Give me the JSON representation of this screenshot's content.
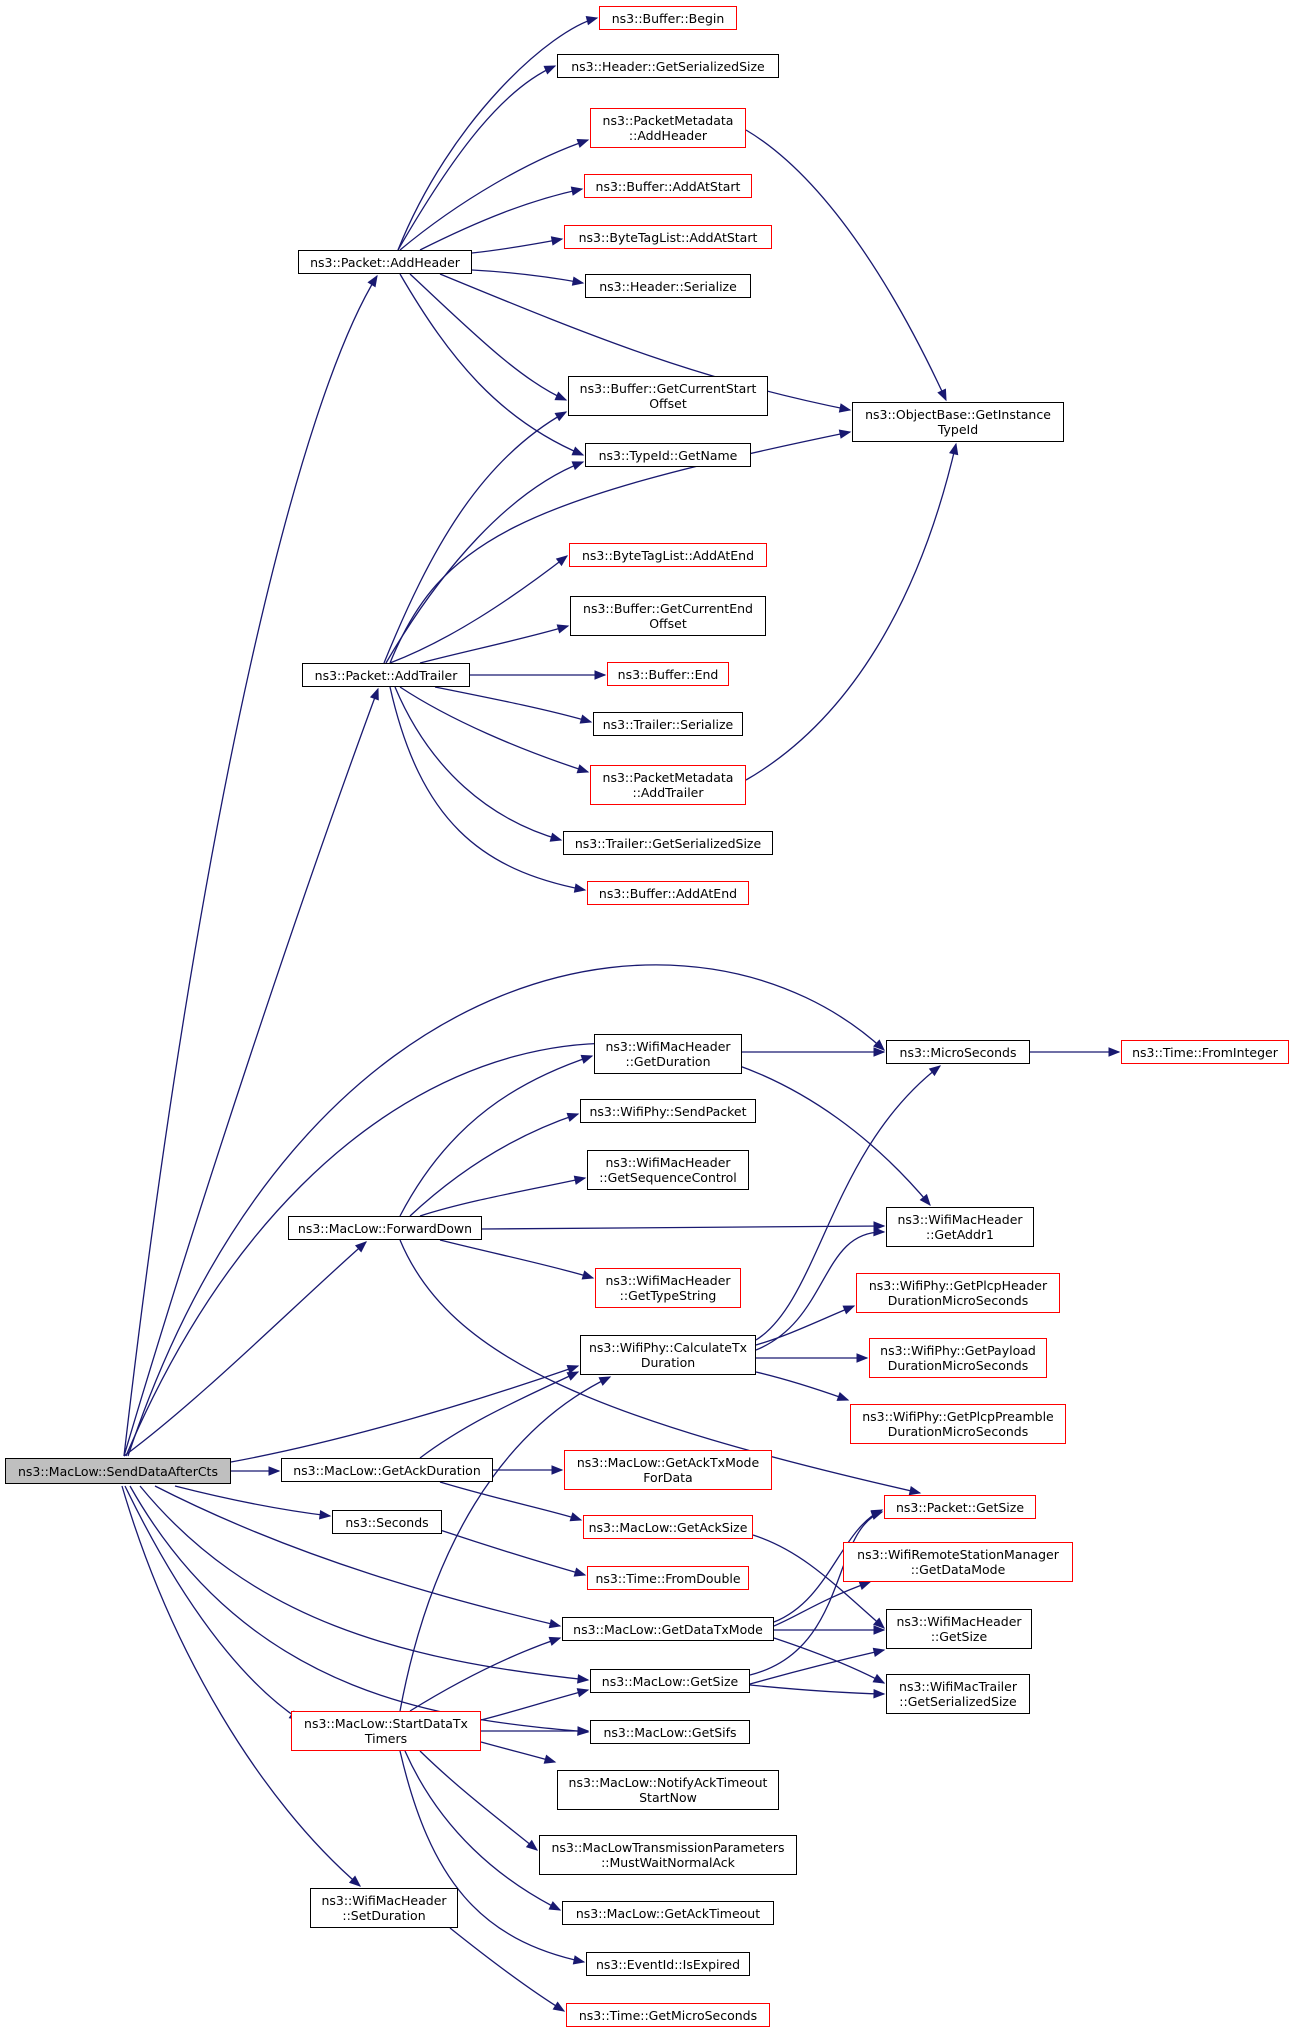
{
  "colors": {
    "edge": "#191970",
    "undocumented_border": "#ff0000",
    "documented_border": "#000000",
    "root_fill": "#bfbfbf"
  },
  "nodes": {
    "root": {
      "lines": [
        "ns3::MacLow::SendDataAfterCts"
      ]
    },
    "addh": {
      "lines": [
        "ns3::Packet::AddHeader"
      ]
    },
    "addt": {
      "lines": [
        "ns3::Packet::AddTrailer"
      ]
    },
    "fwd": {
      "lines": [
        "ns3::MacLow::ForwardDown"
      ]
    },
    "calc": {
      "lines": [
        "ns3::WifiPhy::CalculateTx",
        "Duration"
      ]
    },
    "gad": {
      "lines": [
        "ns3::MacLow::GetAckDuration"
      ]
    },
    "secs": {
      "lines": [
        "ns3::Seconds"
      ]
    },
    "gdtm": {
      "lines": [
        "ns3::MacLow::GetDataTxMode"
      ]
    },
    "gsz": {
      "lines": [
        "ns3::MacLow::GetSize"
      ]
    },
    "gsifs": {
      "lines": [
        "ns3::MacLow::GetSifs"
      ]
    },
    "sdtt": {
      "lines": [
        "ns3::MacLow::StartDataTx",
        "Timers"
      ]
    },
    "setd": {
      "lines": [
        "ns3::WifiMacHeader",
        "::SetDuration"
      ]
    },
    "bbegin": {
      "lines": [
        "ns3::Buffer::Begin"
      ]
    },
    "hgss": {
      "lines": [
        "ns3::Header::GetSerializedSize"
      ]
    },
    "pmah": {
      "lines": [
        "ns3::PacketMetadata",
        "::AddHeader"
      ]
    },
    "baas": {
      "lines": [
        "ns3::Buffer::AddAtStart"
      ]
    },
    "btlaas": {
      "lines": [
        "ns3::ByteTagList::AddAtStart"
      ]
    },
    "hser": {
      "lines": [
        "ns3::Header::Serialize"
      ]
    },
    "bgcso": {
      "lines": [
        "ns3::Buffer::GetCurrentStart",
        "Offset"
      ]
    },
    "tgn": {
      "lines": [
        "ns3::TypeId::GetName"
      ]
    },
    "obgit": {
      "lines": [
        "ns3::ObjectBase::GetInstance",
        "TypeId"
      ]
    },
    "btlaae": {
      "lines": [
        "ns3::ByteTagList::AddAtEnd"
      ]
    },
    "bgceo": {
      "lines": [
        "ns3::Buffer::GetCurrentEnd",
        "Offset"
      ]
    },
    "bend": {
      "lines": [
        "ns3::Buffer::End"
      ]
    },
    "tser": {
      "lines": [
        "ns3::Trailer::Serialize"
      ]
    },
    "pmat": {
      "lines": [
        "ns3::PacketMetadata",
        "::AddTrailer"
      ]
    },
    "tgss": {
      "lines": [
        "ns3::Trailer::GetSerializedSize"
      ]
    },
    "baae": {
      "lines": [
        "ns3::Buffer::AddAtEnd"
      ]
    },
    "wmhgd": {
      "lines": [
        "ns3::WifiMacHeader",
        "::GetDuration"
      ]
    },
    "wpsp": {
      "lines": [
        "ns3::WifiPhy::SendPacket"
      ]
    },
    "wmhgsc": {
      "lines": [
        "ns3::WifiMacHeader",
        "::GetSequenceControl"
      ]
    },
    "wmhgts": {
      "lines": [
        "ns3::WifiMacHeader",
        "::GetTypeString"
      ]
    },
    "micro": {
      "lines": [
        "ns3::MicroSeconds"
      ]
    },
    "tfi": {
      "lines": [
        "ns3::Time::FromInteger"
      ]
    },
    "wmhga1": {
      "lines": [
        "ns3::WifiMacHeader",
        "::GetAddr1"
      ]
    },
    "wpgphd": {
      "lines": [
        "ns3::WifiPhy::GetPlcpHeader",
        "DurationMicroSeconds"
      ]
    },
    "wpgpd": {
      "lines": [
        "ns3::WifiPhy::GetPayload",
        "DurationMicroSeconds"
      ]
    },
    "wpgppd": {
      "lines": [
        "ns3::WifiPhy::GetPlcpPreamble",
        "DurationMicroSeconds"
      ]
    },
    "gatm": {
      "lines": [
        "ns3::MacLow::GetAckTxMode",
        "ForData"
      ]
    },
    "gas": {
      "lines": [
        "ns3::MacLow::GetAckSize"
      ]
    },
    "tfd": {
      "lines": [
        "ns3::Time::FromDouble"
      ]
    },
    "pgs": {
      "lines": [
        "ns3::Packet::GetSize"
      ]
    },
    "wrsm": {
      "lines": [
        "ns3::WifiRemoteStationManager",
        "::GetDataMode"
      ]
    },
    "wmhgs": {
      "lines": [
        "ns3::WifiMacHeader",
        "::GetSize"
      ]
    },
    "wmtgss": {
      "lines": [
        "ns3::WifiMacTrailer",
        "::GetSerializedSize"
      ]
    },
    "natsn": {
      "lines": [
        "ns3::MacLow::NotifyAckTimeout",
        "StartNow"
      ]
    },
    "mltp": {
      "lines": [
        "ns3::MacLowTransmissionParameters",
        "::MustWaitNormalAck"
      ]
    },
    "gato": {
      "lines": [
        "ns3::MacLow::GetAckTimeout"
      ]
    },
    "eie": {
      "lines": [
        "ns3::EventId::IsExpired"
      ]
    },
    "tgms": {
      "lines": [
        "ns3::Time::GetMicroSeconds"
      ]
    }
  }
}
